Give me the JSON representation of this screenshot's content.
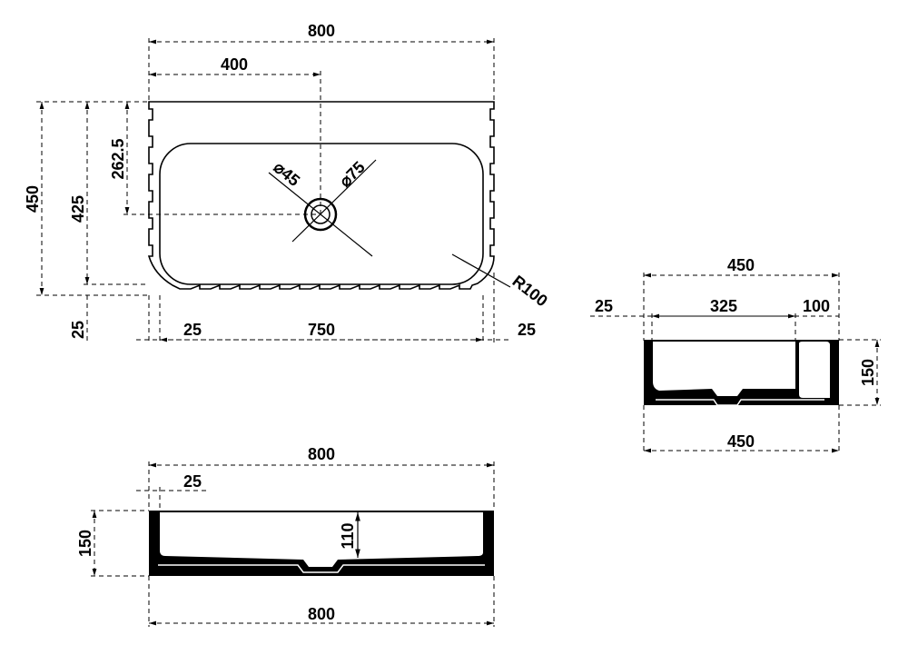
{
  "top_view": {
    "width_overall": "800",
    "width_half": "400",
    "height_overall": "450",
    "height_basin": "425",
    "height_drain": "262.5",
    "height_rim": "25",
    "rim_left": "25",
    "basin_width": "750",
    "rim_right": "25",
    "drain_small": "45",
    "drain_large": "75",
    "corner_radius": "R100"
  },
  "side_view": {
    "width_top": "450",
    "rim_left": "25",
    "inner_width": "325",
    "ledge_width": "100",
    "height": "150",
    "width_bottom": "450"
  },
  "front_view": {
    "width_top": "800",
    "rim": "25",
    "height": "150",
    "depth": "110",
    "width_bottom": "800"
  },
  "colors": {
    "line": "#000000",
    "background": "#ffffff"
  }
}
